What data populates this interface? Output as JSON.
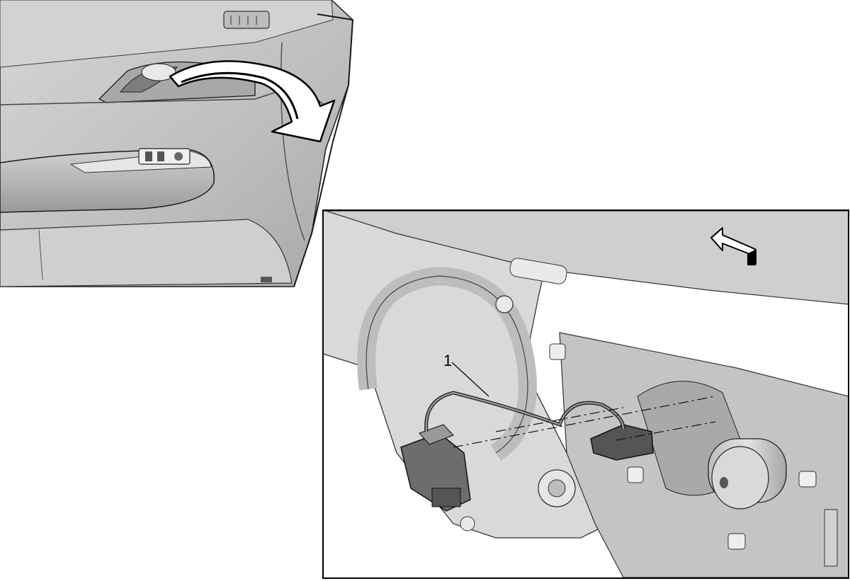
{
  "figure": {
    "type": "service-manual-illustration",
    "views": [
      {
        "name": "door-trim-panel-overview"
      },
      {
        "name": "component-detail-inset"
      }
    ],
    "callouts": [
      {
        "number": "1",
        "target": "wiring-harness"
      }
    ],
    "icons": {
      "removal-arrow": "curved-arrow-icon",
      "direction-arrow": "front-direction-arrow-icon"
    },
    "colors": {
      "panel_fill": "#c9c9c9",
      "panel_shadow": "#8e8e8e",
      "panel_highlight": "#eeeeee",
      "outline": "#1a1a1a",
      "inset_border": "#000000",
      "background": "#ffffff"
    }
  }
}
